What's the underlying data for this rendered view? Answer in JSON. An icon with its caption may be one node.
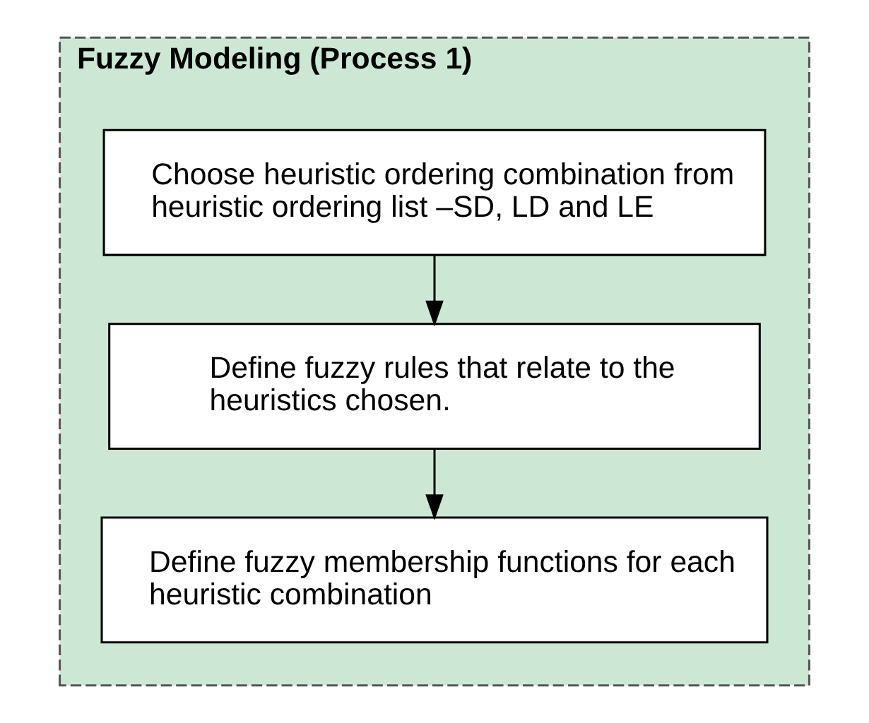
{
  "diagram": {
    "nodes": [
      {
        "text": [
          "Fuzzy Modeling (Process 1)"
        ]
      },
      {
        "text": [
          "Choose heuristic ordering combination from heuristic ordering list –SD, LD and LE"
        ],
        "in": 0
      },
      {
        "text": [
          "Define fuzzy rules that relate to the heuristics chosen."
        ],
        "in": 0
      },
      {
        "text": [
          "Define fuzzy membership functions for each heuristic combination"
        ],
        "in": 0
      }
    ],
    "edges": [
      {
        "from": 1,
        "to": 2,
        "arrow": "to"
      },
      {
        "from": 2,
        "to": 3,
        "arrow": "to"
      }
    ]
  }
}
